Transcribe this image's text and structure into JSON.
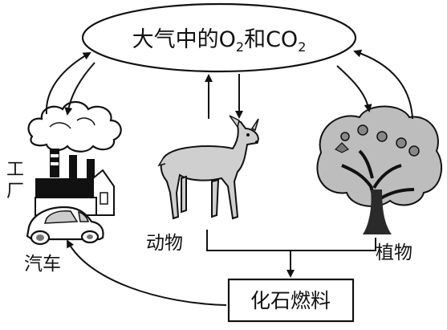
{
  "title_parts": {
    "prefix": "大气中的O",
    "sub1": "2",
    "middle": "和CO",
    "sub2": "2"
  },
  "labels": {
    "factory_line1": "工",
    "factory_line2": "厂",
    "car": "汽车",
    "animal": "动物",
    "plant": "植物",
    "fossil_fuel": "化石燃料"
  }
}
